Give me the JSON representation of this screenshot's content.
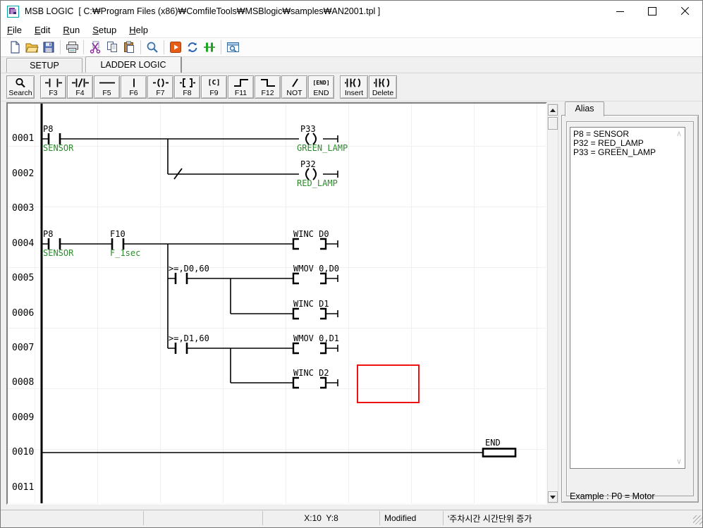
{
  "window": {
    "title": "MSB LOGIC  [ C:₩Program Files (x86)₩ComfileTools₩MSBlogic₩samples₩AN2001.tpl ]"
  },
  "menu": {
    "items": [
      "File",
      "Edit",
      "Run",
      "Setup",
      "Help"
    ]
  },
  "toolbar": {
    "icons": [
      "new-file",
      "open-file",
      "save-file",
      "print",
      "cut",
      "copy",
      "paste",
      "search",
      "run",
      "sync",
      "io-monitor",
      "preview"
    ]
  },
  "tabs": {
    "setup": "SETUP",
    "ladder": "LADDER LOGIC"
  },
  "ladder_toolbar": {
    "search_label": "Search",
    "f_labels": [
      "F3",
      "F4",
      "F5",
      "F6",
      "F7",
      "F8",
      "F9",
      "F11",
      "F12",
      "NOT",
      "END"
    ],
    "f9_icon_text": "[C]",
    "end_icon_text": "[END]",
    "insert_label": "Insert",
    "delete_label": "Delete"
  },
  "ladder": {
    "rung_numbers": [
      "0001",
      "0002",
      "0003",
      "0004",
      "0005",
      "0006",
      "0007",
      "0008",
      "0009",
      "0010",
      "0011"
    ],
    "e": {
      "r1_c1": "P8",
      "r1_c1_alias": "SENSOR",
      "r1_coil": "P33",
      "r1_coil_alias": "GREEN_LAMP",
      "r2_coil": "P32",
      "r2_coil_alias": "RED_LAMP",
      "r4_c1": "P8",
      "r4_c1_alias": "SENSOR",
      "r4_c2": "F10",
      "r4_c2_alias": "F_1sec",
      "r4_out": "WINC D0",
      "r5_cmp": ">=,D0,60",
      "r5_out": "WMOV 0,D0",
      "r6_out": "WINC D1",
      "r7_cmp": ">=,D1,60",
      "r7_out": "WMOV 0,D1",
      "r8_out": "WINC D2",
      "r10_end": "END"
    }
  },
  "alias_panel": {
    "tab": "Alias",
    "items": [
      "P8 = SENSOR",
      "P32 = RED_LAMP",
      "P33 = GREEN_LAMP"
    ],
    "example": "Example : P0 = Motor"
  },
  "status_bar": {
    "coords": "X:10  Y:8",
    "state": "Modified",
    "message": "'주차시간 시간단위 증가"
  },
  "colors": {
    "alias_green": "#2e8b2e",
    "selection_red": "#ee1212",
    "run_orange": "#e55d17",
    "accent_blue": "#2b5fb4"
  }
}
